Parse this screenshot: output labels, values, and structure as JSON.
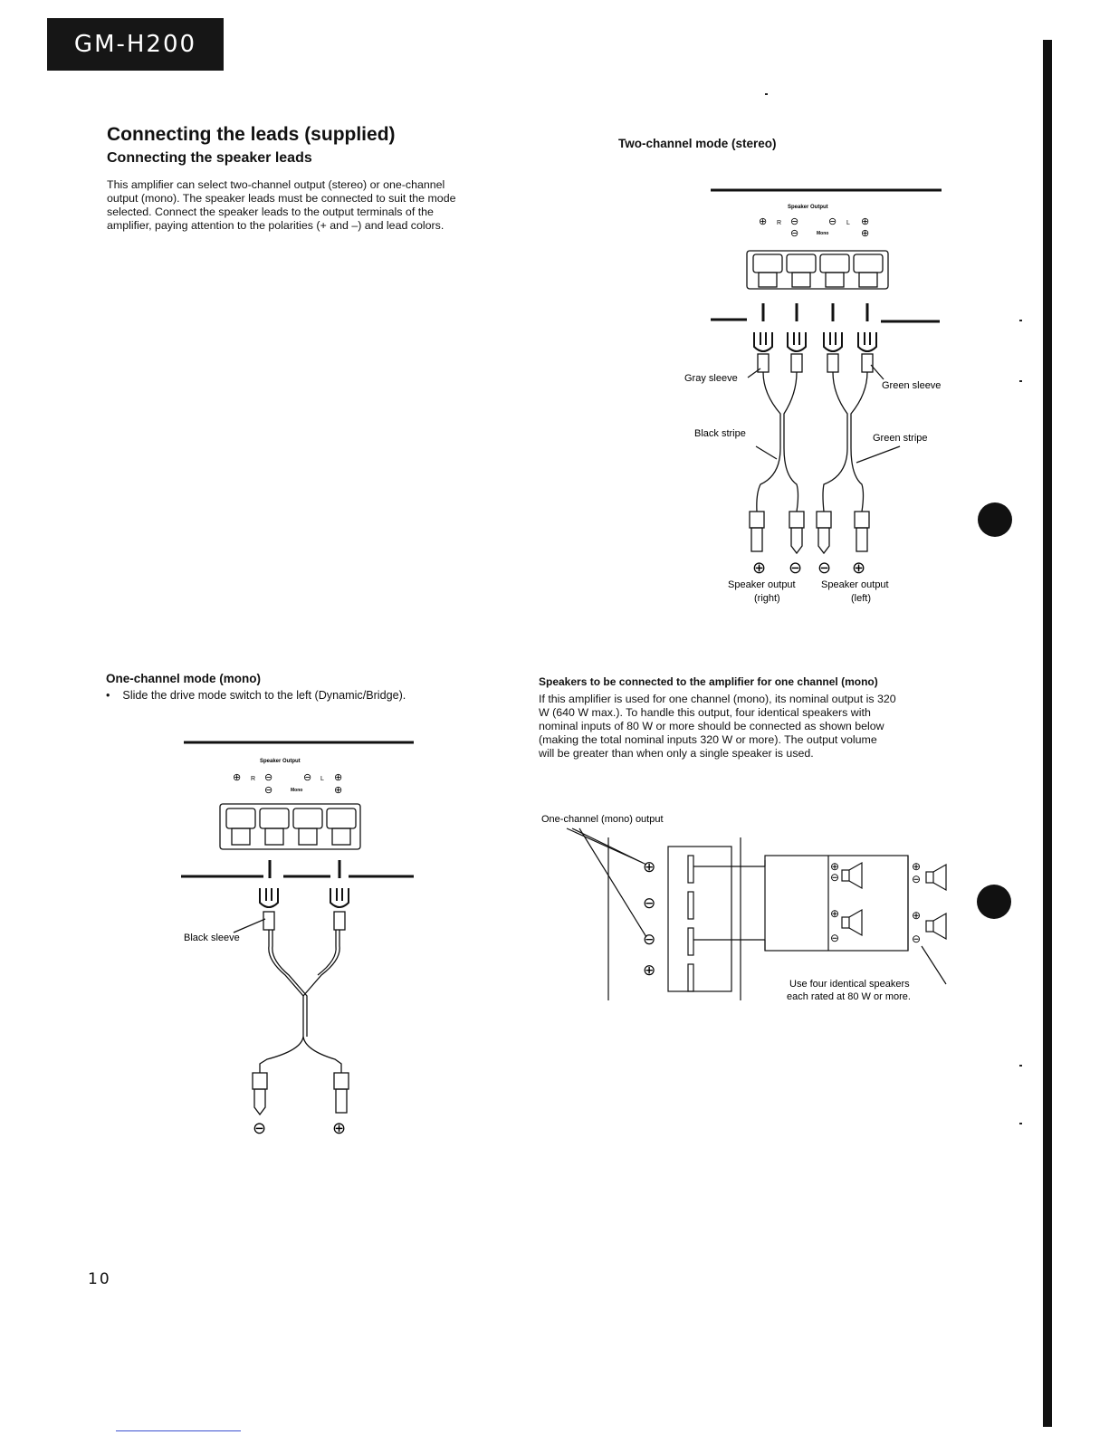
{
  "header": {
    "model": "GM-H200"
  },
  "intro": {
    "title": "Connecting the leads (supplied)",
    "subtitle": "Connecting the speaker leads",
    "paragraph_lines": [
      "This amplifier can select two-channel output (stereo) or one-channel",
      "output (mono).  The speaker leads must be connected to suit the mode",
      "selected.  Connect the speaker leads to the output terminals of the",
      "amplifier, paying attention to the polarities (+ and –) and lead colors."
    ]
  },
  "stereo": {
    "heading": "Two-channel mode (stereo)",
    "panel_label": "Speaker Output",
    "panel_r": "R",
    "panel_l": "L",
    "panel_mono": "Mono",
    "labels": {
      "gray_sleeve": "Gray sleeve",
      "green_sleeve": "Green sleeve",
      "black_stripe": "Black stripe",
      "green_stripe": "Green stripe",
      "output_right_1": "Speaker output",
      "output_right_2": "(right)",
      "output_left_1": "Speaker output",
      "output_left_2": "(left)"
    }
  },
  "mono": {
    "heading": "One-channel mode (mono)",
    "bullet": "Slide the drive mode switch to the left (Dynamic/Bridge).",
    "panel_label": "Speaker Output",
    "panel_r": "R",
    "panel_l": "L",
    "panel_mono": "Mono",
    "black_sleeve": "Black sleeve"
  },
  "speakers": {
    "heading": "Speakers to be connected to the amplifier for one channel (mono)",
    "paragraph_lines": [
      "If this amplifier is used for one channel (mono), its nominal output is 320",
      "W (640 W max.).  To handle this output, four identical speakers with",
      "nominal inputs of 80 W or more should be connected as shown below",
      "(making the total nominal inputs 320 W or more).  The output volume",
      "will be greater than when only a single speaker is used."
    ],
    "diagram_label": "One-channel (mono) output",
    "note_1": "Use four identical speakers",
    "note_2": "each rated at 80 W or more."
  },
  "symbols": {
    "plus": "⊕",
    "minus": "⊖"
  },
  "footer": {
    "page_number": "10"
  }
}
